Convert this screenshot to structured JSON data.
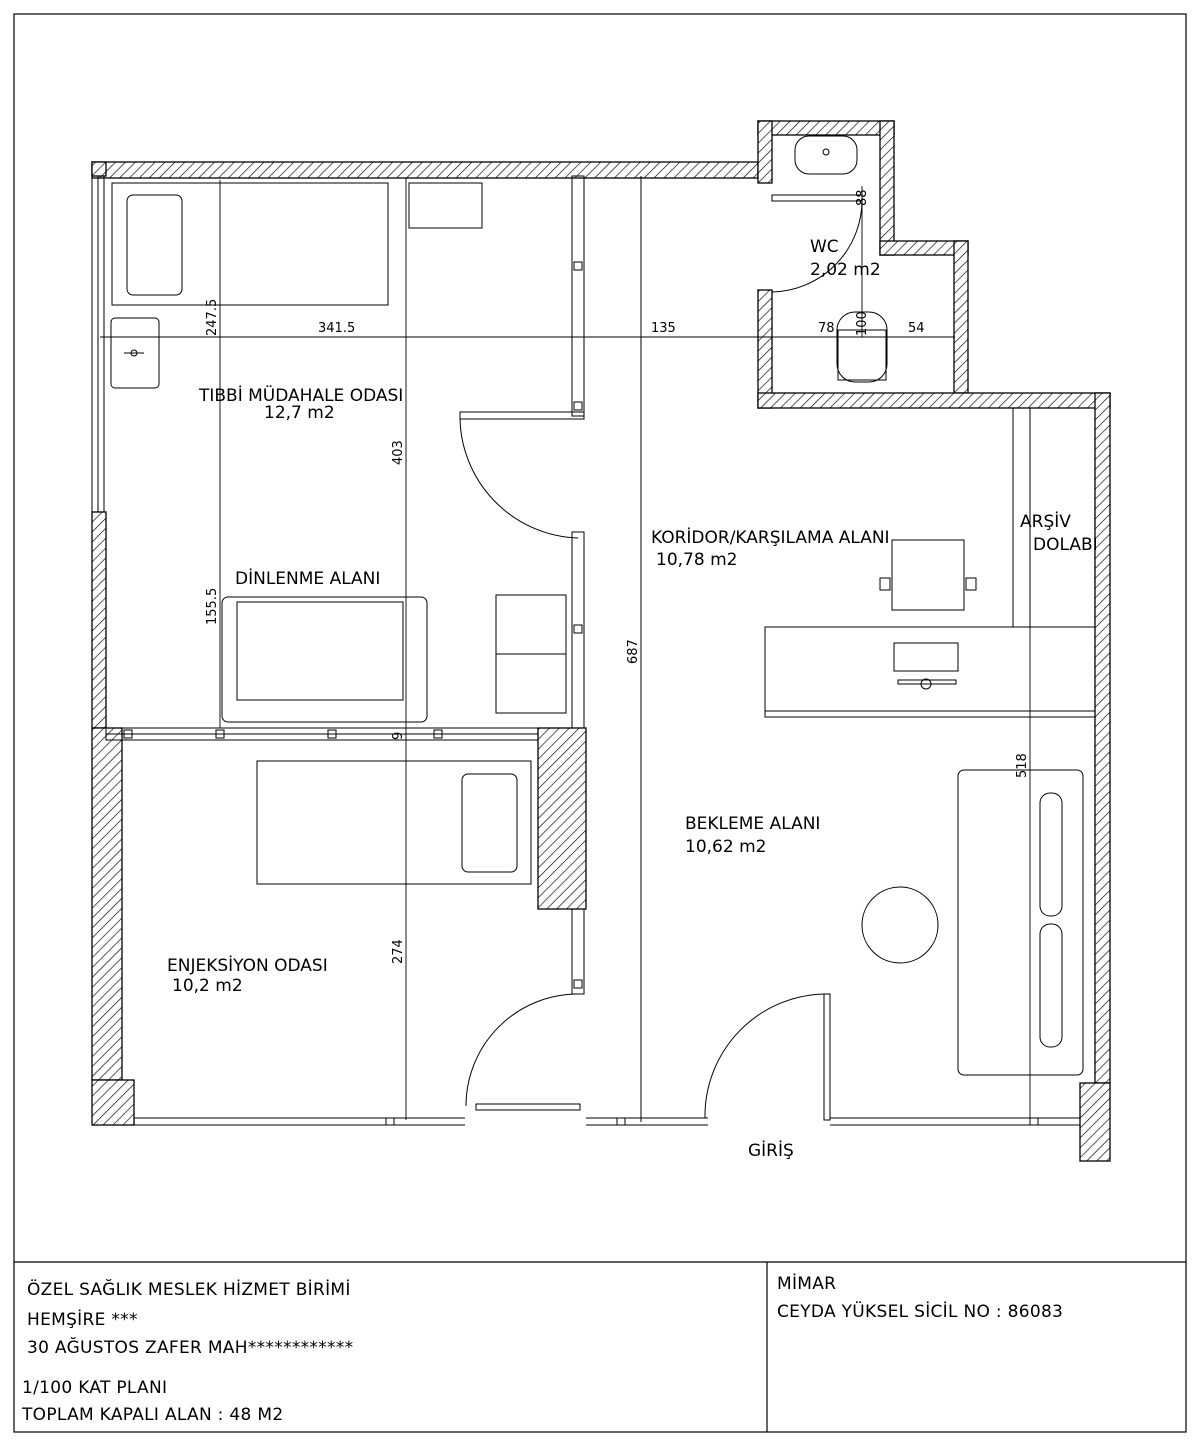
{
  "rooms": {
    "tibbi": {
      "name": "TIBBİ MÜDAHALE ODASI",
      "area": "12,7 m2"
    },
    "dinlenme": {
      "name": "DİNLENME ALANI"
    },
    "wc": {
      "name": "WC",
      "area": "2,02 m2"
    },
    "koridor": {
      "name": "KORİDOR/KARŞILAMA ALANI",
      "area": "10,78 m2"
    },
    "arsiv": {
      "line1": "ARŞİV",
      "line2": "DOLABI"
    },
    "bekleme": {
      "name": "BEKLEME ALANI",
      "area": "10,62 m2"
    },
    "enjeksiyon": {
      "name": "ENJEKSİYON ODASI",
      "area": "10,2 m2"
    },
    "giris": {
      "name": "GİRİŞ"
    }
  },
  "dimensions": {
    "d247": "247.5",
    "d341": "341.5",
    "d135": "135",
    "d78": "78",
    "d54": "54",
    "d100": "100",
    "d88": "88",
    "d403": "403",
    "d155": "155.5",
    "d687": "687",
    "d518": "518",
    "d9": "9",
    "d274": "274"
  },
  "title_block": {
    "line1": "ÖZEL SAĞLIK MESLEK HİZMET BİRİMİ",
    "line2": "HEMŞİRE ***",
    "line3": "30 AĞUSTOS ZAFER MAH************",
    "scale": "1/100  KAT PLANI",
    "total": "TOPLAM KAPALI ALAN : 48 M2",
    "architect_label": "MİMAR",
    "architect": "CEYDA YÜKSEL SİCİL NO : 86083"
  }
}
